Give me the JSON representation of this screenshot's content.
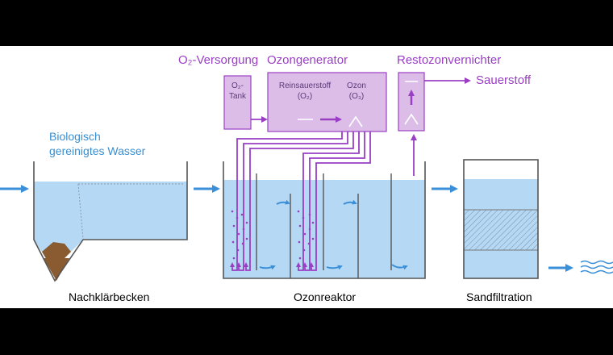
{
  "labels": {
    "o2_supply": "O₂-Versorgung",
    "ozone_generator": "Ozongenerator",
    "residual_destructor": "Restozonvernichter",
    "oxygen_out": "Sauerstoff",
    "o2_tank_line1": "O₂-",
    "o2_tank_line2": "Tank",
    "pure_oxygen_line1": "Reinsauerstoff",
    "pure_oxygen_line2": "(O₂)",
    "ozone_line1": "Ozon",
    "ozone_line2": "(O₃)",
    "input_water_line1": "Biologisch",
    "input_water_line2": "gereinigtes Wasser",
    "secondary_clarifier": "Nachklärbecken",
    "ozone_reactor": "Ozonreaktor",
    "sand_filtration": "Sandfiltration"
  },
  "colors": {
    "purple": "#9a3fc4",
    "purple_box_fill": "#dcbde8",
    "water_blue": "#b5d8f4",
    "arrow_blue": "#3a8fd8",
    "sludge_brown": "#8a5a30",
    "frame_gray": "#555555"
  }
}
